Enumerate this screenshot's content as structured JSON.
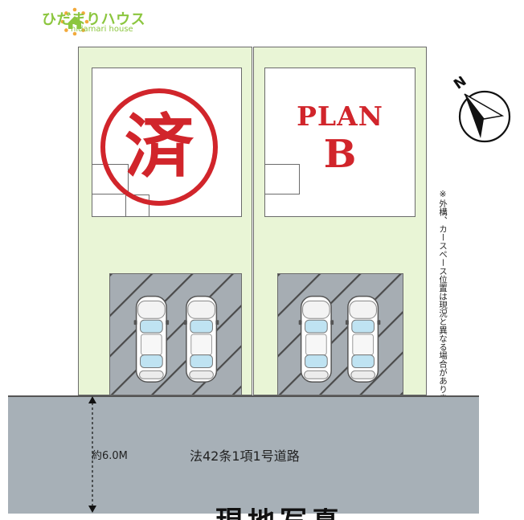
{
  "logo": {
    "name_jp": "ひだまりハウス",
    "name_en": "hidamari house",
    "color": "#8cc63f"
  },
  "lots": [
    {
      "id": "A",
      "status_stamp": "済",
      "stamp_color": "#d1252b"
    },
    {
      "id": "B",
      "plan_label": "PLAN",
      "plan_letter": "B",
      "label_color": "#d1252b"
    }
  ],
  "compass": {
    "north_label": "N"
  },
  "note": "※外構、カースペース位置は現況と異なる場合があります。",
  "road": {
    "width_label": "約6.0M",
    "name": "法42条1項1号道路",
    "color": "#a7b0b7"
  },
  "bottom_text": "現地写真",
  "colors": {
    "lot_fill": "#e9f5d6",
    "parking_fill": "#a6adb3",
    "car_glass": "#bfe3f2",
    "outline": "#6b6b6b"
  }
}
